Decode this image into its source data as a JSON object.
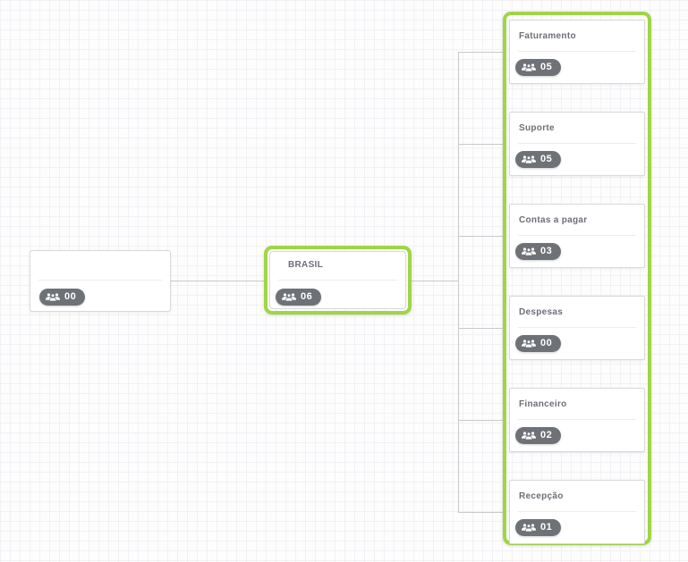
{
  "colors": {
    "accent_green": "#a0d545",
    "badge_gray": "#6e7176",
    "connector_gray": "#c9c9c9"
  },
  "chart": {
    "type": "org-chart",
    "root": {
      "label": "",
      "count": "00"
    },
    "parent": {
      "label": "BRASIL",
      "count": "06"
    },
    "children": [
      {
        "label": "Faturamento",
        "count": "05"
      },
      {
        "label": "Suporte",
        "count": "05"
      },
      {
        "label": "Contas a pagar",
        "count": "03"
      },
      {
        "label": "Despesas",
        "count": "00"
      },
      {
        "label": "Financeiro",
        "count": "02"
      },
      {
        "label": "Recepção",
        "count": "01"
      }
    ]
  }
}
